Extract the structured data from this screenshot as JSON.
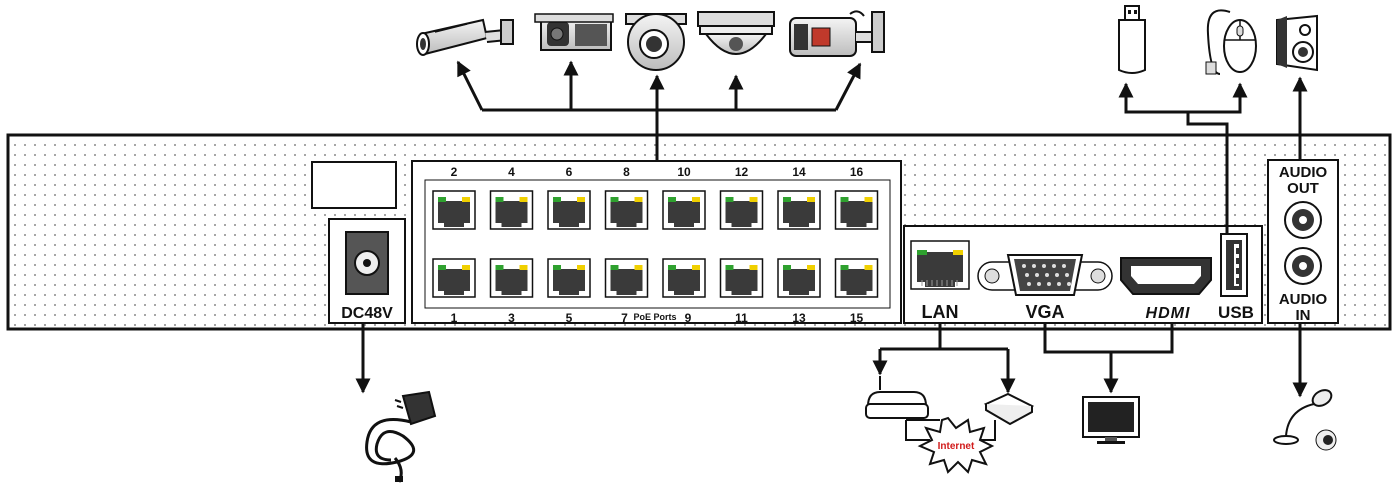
{
  "panel": {
    "power_label": "DC48V",
    "poe_label": "PoE Ports",
    "poe_ports_top": [
      "2",
      "4",
      "6",
      "8",
      "10",
      "12",
      "14",
      "16"
    ],
    "poe_ports_bottom": [
      "1",
      "3",
      "5",
      "7",
      "9",
      "11",
      "13",
      "15"
    ],
    "lan_label": "LAN",
    "vga_label": "VGA",
    "hdmi_label": "HDMI",
    "usb_label": "USB",
    "audio_out_label_1": "AUDIO",
    "audio_out_label_2": "OUT",
    "audio_in_label_1": "AUDIO",
    "audio_in_label_2": "IN"
  },
  "network": {
    "internet_label": "Internet"
  },
  "icons": {
    "cameras": [
      "bullet-camera-icon",
      "box-camera-icon",
      "turret-camera-icon",
      "dome-camera-icon",
      "bullet-camera-icon"
    ],
    "top_right": [
      "usb-drive-icon",
      "mouse-icon",
      "speaker-icon"
    ],
    "bottom": [
      "power-adapter-icon",
      "router-icon",
      "switch-icon",
      "monitor-icon",
      "microphone-icon"
    ]
  },
  "colors": {
    "line": "#111111",
    "led_green": "#2fa12f",
    "led_yellow": "#f0d000",
    "internet_red": "#d11a1a"
  }
}
